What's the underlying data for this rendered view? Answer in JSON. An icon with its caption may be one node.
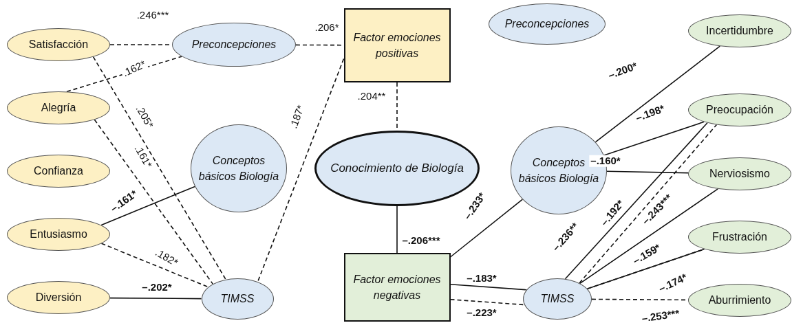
{
  "diagram": {
    "nodes": [
      {
        "text": [
          "Satisfacción"
        ]
      },
      {
        "text": [
          "Alegría"
        ]
      },
      {
        "text": [
          "Confianza"
        ]
      },
      {
        "text": [
          "Entusiasmo"
        ]
      },
      {
        "text": [
          "Diversión"
        ]
      },
      {
        "text": [
          "Preconcepciones"
        ]
      },
      {
        "text": [
          "Conceptos básicos Biología"
        ]
      },
      {
        "text": [
          "TIMSS"
        ]
      },
      {
        "text": [
          "Factor emociones positivas"
        ]
      },
      {
        "text": [
          "Conocimiento de Biología"
        ]
      },
      {
        "text": [
          "Factor emociones negativas"
        ]
      },
      {
        "text": [
          "Preconcepciones"
        ]
      },
      {
        "text": [
          "Conceptos básicos Biología"
        ]
      },
      {
        "text": [
          "TIMSS"
        ]
      },
      {
        "text": [
          "Incertidumbre"
        ]
      },
      {
        "text": [
          "Preocupación"
        ]
      },
      {
        "text": [
          "Nerviosismo"
        ]
      },
      {
        "text": [
          "Frustración"
        ]
      },
      {
        "text": [
          "Aburrimiento"
        ]
      }
    ],
    "edges": [
      {
        "from": 0,
        "to": 5,
        "arrow": "none",
        "label": ".246***",
        "style": "dashed"
      },
      {
        "from": 1,
        "to": 5,
        "arrow": "none",
        "label": ".162*",
        "style": "dashed"
      },
      {
        "from": 0,
        "to": 7,
        "arrow": "none",
        "label": ".205*",
        "style": "dashed"
      },
      {
        "from": 1,
        "to": 7,
        "arrow": "none",
        "label": ".161*",
        "style": "dashed"
      },
      {
        "from": 3,
        "to": 6,
        "arrow": "none",
        "label": "–.161*"
      },
      {
        "from": 3,
        "to": 7,
        "arrow": "none",
        "label": ".182*",
        "style": "dashed"
      },
      {
        "from": 4,
        "to": 7,
        "arrow": "none",
        "label": "–.202*"
      },
      {
        "from": 5,
        "to": 8,
        "arrow": "none",
        "label": ".206*",
        "style": "dashed"
      },
      {
        "from": 8,
        "to": 7,
        "arrow": "none",
        "label": ".187*",
        "style": "dashed"
      },
      {
        "from": 8,
        "to": 9,
        "arrow": "none",
        "label": ".204**",
        "style": "dashed"
      },
      {
        "from": 9,
        "to": 10,
        "arrow": "none",
        "label": "–.206***"
      },
      {
        "from": 10,
        "to": 12,
        "arrow": "none",
        "label": "–.233*"
      },
      {
        "from": 10,
        "to": 13,
        "arrow": "none",
        "label": "–.183*"
      },
      {
        "from": 10,
        "to": 13,
        "arrow": "none",
        "label": "–.223*",
        "style": "dashed"
      },
      {
        "from": 12,
        "to": 14,
        "arrow": "none",
        "label": "–.200*"
      },
      {
        "from": 12,
        "to": 15,
        "arrow": "none",
        "label": "–.198*"
      },
      {
        "from": 12,
        "to": 16,
        "arrow": "none",
        "label": "–.160*"
      },
      {
        "from": 13,
        "to": 15,
        "arrow": "none",
        "label": "–.236**"
      },
      {
        "from": 13,
        "to": 15,
        "arrow": "none",
        "label": "–.192*",
        "style": "dashed"
      },
      {
        "from": 13,
        "to": 16,
        "arrow": "none",
        "label": "–.243***"
      },
      {
        "from": 13,
        "to": 17,
        "arrow": "none",
        "label": "–.159*"
      },
      {
        "from": 13,
        "to": 17,
        "arrow": "none",
        "label": "–.174*",
        "style": "dashed"
      },
      {
        "from": 13,
        "to": 18,
        "arrow": "none",
        "label": "–.253***",
        "style": "dashed"
      }
    ]
  }
}
